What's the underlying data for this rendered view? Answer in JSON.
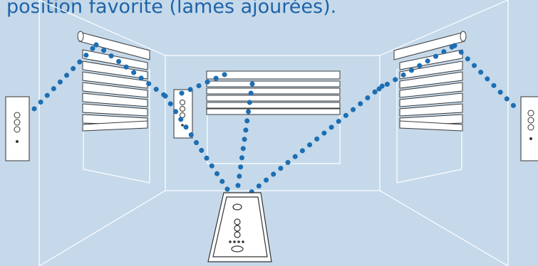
{
  "instruction": {
    "text": "position favorite (lames ajourées)."
  },
  "colors": {
    "background": "#c5d9ea",
    "wall_lines": "#ffffff",
    "caption_text": "#1e63a8",
    "signal_dots": "#1d6eb3",
    "device_outline": "#333333",
    "device_fill": "#ffffff",
    "blind_slat_fill": "#ffffff",
    "blind_outline": "#3a3a3a"
  },
  "scene": {
    "remote_control": {
      "icon": "remote-control-icon",
      "buttons": [
        "up",
        "my",
        "down"
      ]
    },
    "wall_switches": [
      {
        "id": "switch-left",
        "icon": "wall-switch-icon"
      },
      {
        "id": "switch-center",
        "icon": "wall-switch-icon"
      },
      {
        "id": "switch-right",
        "icon": "wall-switch-icon"
      }
    ],
    "blinds": [
      {
        "id": "blind-left",
        "icon": "venetian-blind-icon"
      },
      {
        "id": "blind-center",
        "icon": "venetian-blind-icon"
      },
      {
        "id": "blind-right",
        "icon": "venetian-blind-icon"
      }
    ],
    "signal": {
      "icon": "radio-signal-dotted-line",
      "targets": [
        "blind-left",
        "switch-left",
        "switch-center",
        "blind-center",
        "blind-right",
        "switch-right"
      ]
    }
  }
}
